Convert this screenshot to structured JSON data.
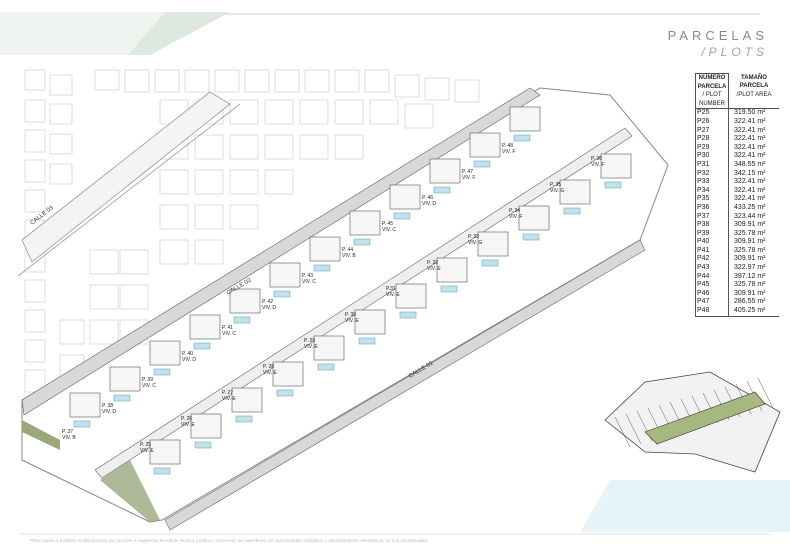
{
  "title": "PARCELAS",
  "subtitle": "/PLOTS",
  "table": {
    "col1_header": [
      "NÚMERO",
      "PARCELA",
      "/ PLOT",
      "NUMBER"
    ],
    "col2_header": [
      "TAMAÑO",
      "PARCELA",
      "/PLOT AREA"
    ],
    "rows": [
      [
        "P25",
        "319.50 m²"
      ],
      [
        "P26",
        "322.41 m²"
      ],
      [
        "P27",
        "322.41 m²"
      ],
      [
        "P28",
        "322.41 m²"
      ],
      [
        "P29",
        "322.41 m²"
      ],
      [
        "P30",
        "322.41 m²"
      ],
      [
        "P31",
        "348.55 m²"
      ],
      [
        "P32",
        "342.15 m²"
      ],
      [
        "P33",
        "322.41 m²"
      ],
      [
        "P34",
        "322.41 m²"
      ],
      [
        "P35",
        "322.41 m²"
      ],
      [
        "P36",
        "433.25 m²"
      ],
      [
        "P37",
        "323.44 m²"
      ],
      [
        "P38",
        "309.91 m²"
      ],
      [
        "P39",
        "325.78 m²"
      ],
      [
        "P40",
        "309.91 m²"
      ],
      [
        "P41",
        "325.78 m²"
      ],
      [
        "P42",
        "309.91 m²"
      ],
      [
        "P43",
        "322.97 m²"
      ],
      [
        "P44",
        "397.12 m²"
      ],
      [
        "P45",
        "325.78 m²"
      ],
      [
        "P46",
        "309.91 m²"
      ],
      [
        "P47",
        "286.55 m²"
      ],
      [
        "P48",
        "405.25 m²"
      ]
    ]
  },
  "streets": [
    "CALLE 01",
    "CALLE 02",
    "CALLE 03"
  ],
  "plots_right": [
    {
      "num": "P. 25",
      "type": "VIV. E"
    },
    {
      "num": "P. 26",
      "type": "VIV. E"
    },
    {
      "num": "P. 27",
      "type": "VIV. E"
    },
    {
      "num": "P. 28",
      "type": "VIV. E"
    },
    {
      "num": "P. 29",
      "type": "VIV. E"
    },
    {
      "num": "P. 30",
      "type": "VIV. E"
    },
    {
      "num": "P.31",
      "type": "VIV. E"
    },
    {
      "num": "P. 32",
      "type": "VIV. E"
    },
    {
      "num": "P. 33",
      "type": "VIV. G"
    },
    {
      "num": "P. 34",
      "type": "VIV. F"
    },
    {
      "num": "P. 35",
      "type": "VIV. G"
    },
    {
      "num": "P. 36",
      "type": "VIV. F"
    }
  ],
  "plots_left": [
    {
      "num": "P. 37",
      "type": "VIV. B"
    },
    {
      "num": "P. 38",
      "type": "VIV. D"
    },
    {
      "num": "P. 39",
      "type": "VIV. C"
    },
    {
      "num": "P. 40",
      "type": "VIV. D"
    },
    {
      "num": "P. 41",
      "type": "VIV. C"
    },
    {
      "num": "P. 42",
      "type": "VIV. D"
    },
    {
      "num": "P. 43",
      "type": "VIV. C"
    },
    {
      "num": "P. 44",
      "type": "VIV. B"
    },
    {
      "num": "P. 45",
      "type": "VIV. C"
    },
    {
      "num": "P. 46",
      "type": "VIV. D"
    },
    {
      "num": "P. 47",
      "type": "VIV. F"
    },
    {
      "num": "P. 48",
      "type": "VIV. F"
    }
  ],
  "footer": "Plano sujeto a posibles modificaciones por razones o exigencias de índole técnica, jurídica o comercial; las superficies son aproximadas; mobiliario y amueblamiento orientativos, no son contractuales.",
  "colors": {
    "accent": "#cfe0d6",
    "pool": "#bfe2ee",
    "water": "#d7edf6",
    "line": "#7a7a7a",
    "green_strip": "#9aa77d"
  }
}
